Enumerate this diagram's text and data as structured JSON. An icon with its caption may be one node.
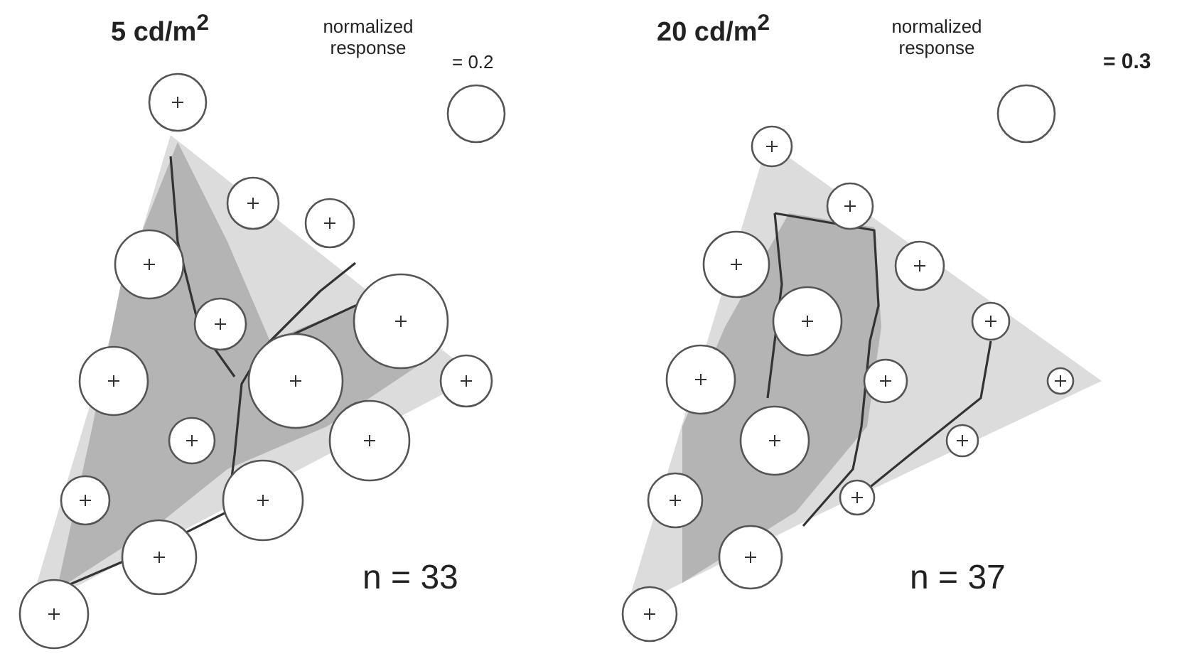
{
  "diagram": {
    "labels": [
      "5 cd/m$^{2}$",
      "normalized response",
      "= 0.2",
      "20 cd/m$^{2}$",
      "normalized response",
      "= 0.3",
      "n = 33",
      "n = 37"
    ]
  }
}
